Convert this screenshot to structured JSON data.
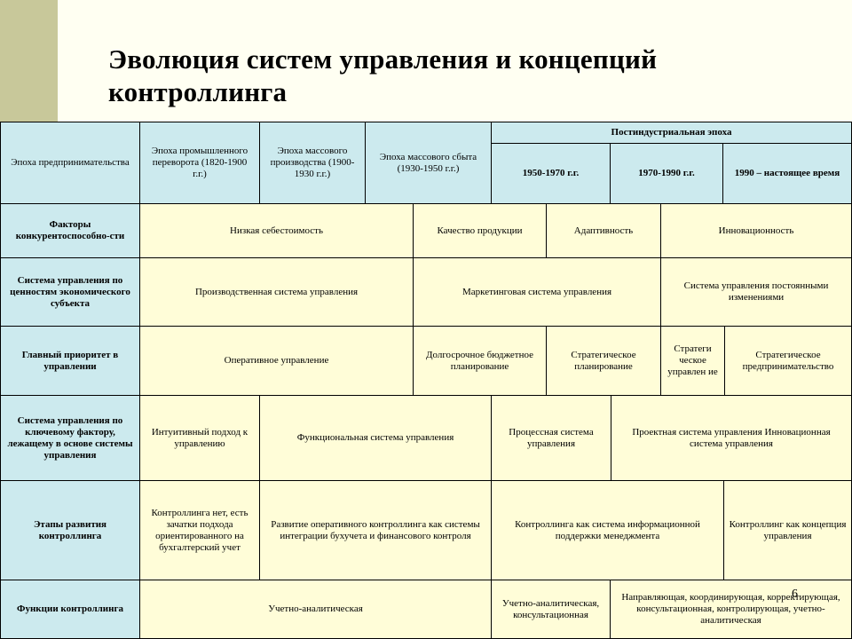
{
  "title": "Эволюция систем управления и концепций контроллинга",
  "slide_number": "6",
  "cells": [
    {
      "key": "h_ep1",
      "text": "Эпоха предпринимательства",
      "kind": "hdr-plain"
    },
    {
      "key": "h_ep2",
      "text": "Эпоха промышленного переворота (1820-1900 г.г.)",
      "kind": "hdr-plain"
    },
    {
      "key": "h_ep3",
      "text": "Эпоха массового производства (1900-1930 г.г.)",
      "kind": "hdr-plain"
    },
    {
      "key": "h_ep4",
      "text": "Эпоха массового сбыта (1930-1950 г.г.)",
      "kind": "hdr-plain"
    },
    {
      "key": "h_post",
      "text": "Постиндустриальная эпоха",
      "kind": "hdr"
    },
    {
      "key": "h_p1",
      "text": "1950-1970 г.г.",
      "kind": "hdr"
    },
    {
      "key": "h_p2",
      "text": "1970-1990 г.г.",
      "kind": "hdr"
    },
    {
      "key": "h_p3",
      "text": "1990 – настоящее время",
      "kind": "hdr"
    },
    {
      "key": "r1_label",
      "text": "Факторы конкурентоспособно-сти",
      "kind": "hdr"
    },
    {
      "key": "r1_c1",
      "text": "Низкая себестоимость",
      "kind": "body"
    },
    {
      "key": "r1_c2",
      "text": "Качество продукции",
      "kind": "body"
    },
    {
      "key": "r1_c3",
      "text": "Адаптивность",
      "kind": "body"
    },
    {
      "key": "r1_c4",
      "text": "Инновационность",
      "kind": "body"
    },
    {
      "key": "r2_label",
      "text": "Система управления по ценностям экономического субъекта",
      "kind": "hdr"
    },
    {
      "key": "r2_c1",
      "text": "Производственная система управления",
      "kind": "body"
    },
    {
      "key": "r2_c2",
      "text": "Маркетинговая система управления",
      "kind": "body"
    },
    {
      "key": "r2_c3",
      "text": "Система управления постоянными изменениями",
      "kind": "body"
    },
    {
      "key": "r3_label",
      "text": "Главный приоритет в управлении",
      "kind": "hdr"
    },
    {
      "key": "r3_c1",
      "text": "Оперативное управление",
      "kind": "body"
    },
    {
      "key": "r3_c2",
      "text": "Долгосрочное бюджетное планирование",
      "kind": "body"
    },
    {
      "key": "r3_c3",
      "text": "Стратегическое планирование",
      "kind": "body"
    },
    {
      "key": "r3_c4",
      "text": "Стратеги ческое управлен ие",
      "kind": "body"
    },
    {
      "key": "r3_c5",
      "text": "Стратегическое предпринимательство",
      "kind": "body"
    },
    {
      "key": "r4_label",
      "text": "Система управления по ключевому фактору, лежащему в основе системы управления",
      "kind": "hdr"
    },
    {
      "key": "r4_c1",
      "text": "Интуитивный подход к управлению",
      "kind": "body"
    },
    {
      "key": "r4_c2",
      "text": "Функциональная система управления",
      "kind": "body"
    },
    {
      "key": "r4_c3",
      "text": "Процессная система управления",
      "kind": "body"
    },
    {
      "key": "r4_c4",
      "text": "Проектная система управления Инновационная система управления",
      "kind": "body"
    },
    {
      "key": "r5_label",
      "text": "Этапы развития контроллинга",
      "kind": "hdr"
    },
    {
      "key": "r5_c1",
      "text": "Контроллинга нет, есть зачатки подхода ориентированного на бухгалтерский учет",
      "kind": "body"
    },
    {
      "key": "r5_c2",
      "text": "Развитие оперативного контроллинга как системы интеграции бухучета и финансового контроля",
      "kind": "body"
    },
    {
      "key": "r5_c3",
      "text": "Контроллинга как система информационной поддержки менеджмента",
      "kind": "body"
    },
    {
      "key": "r5_c4",
      "text": "Контроллинг как концепция управления",
      "kind": "body"
    },
    {
      "key": "r6_label",
      "text": "Функции контроллинга",
      "kind": "hdr"
    },
    {
      "key": "r6_c1",
      "text": "Учетно-аналитическая",
      "kind": "body"
    },
    {
      "key": "r6_c2",
      "text": "Учетно-аналитическая, консультационная",
      "kind": "body"
    },
    {
      "key": "r6_c3",
      "text": "Направляющая, координирующая, корректирующая, консультационная, контролирующая, учетно-аналитическая",
      "kind": "body"
    }
  ]
}
